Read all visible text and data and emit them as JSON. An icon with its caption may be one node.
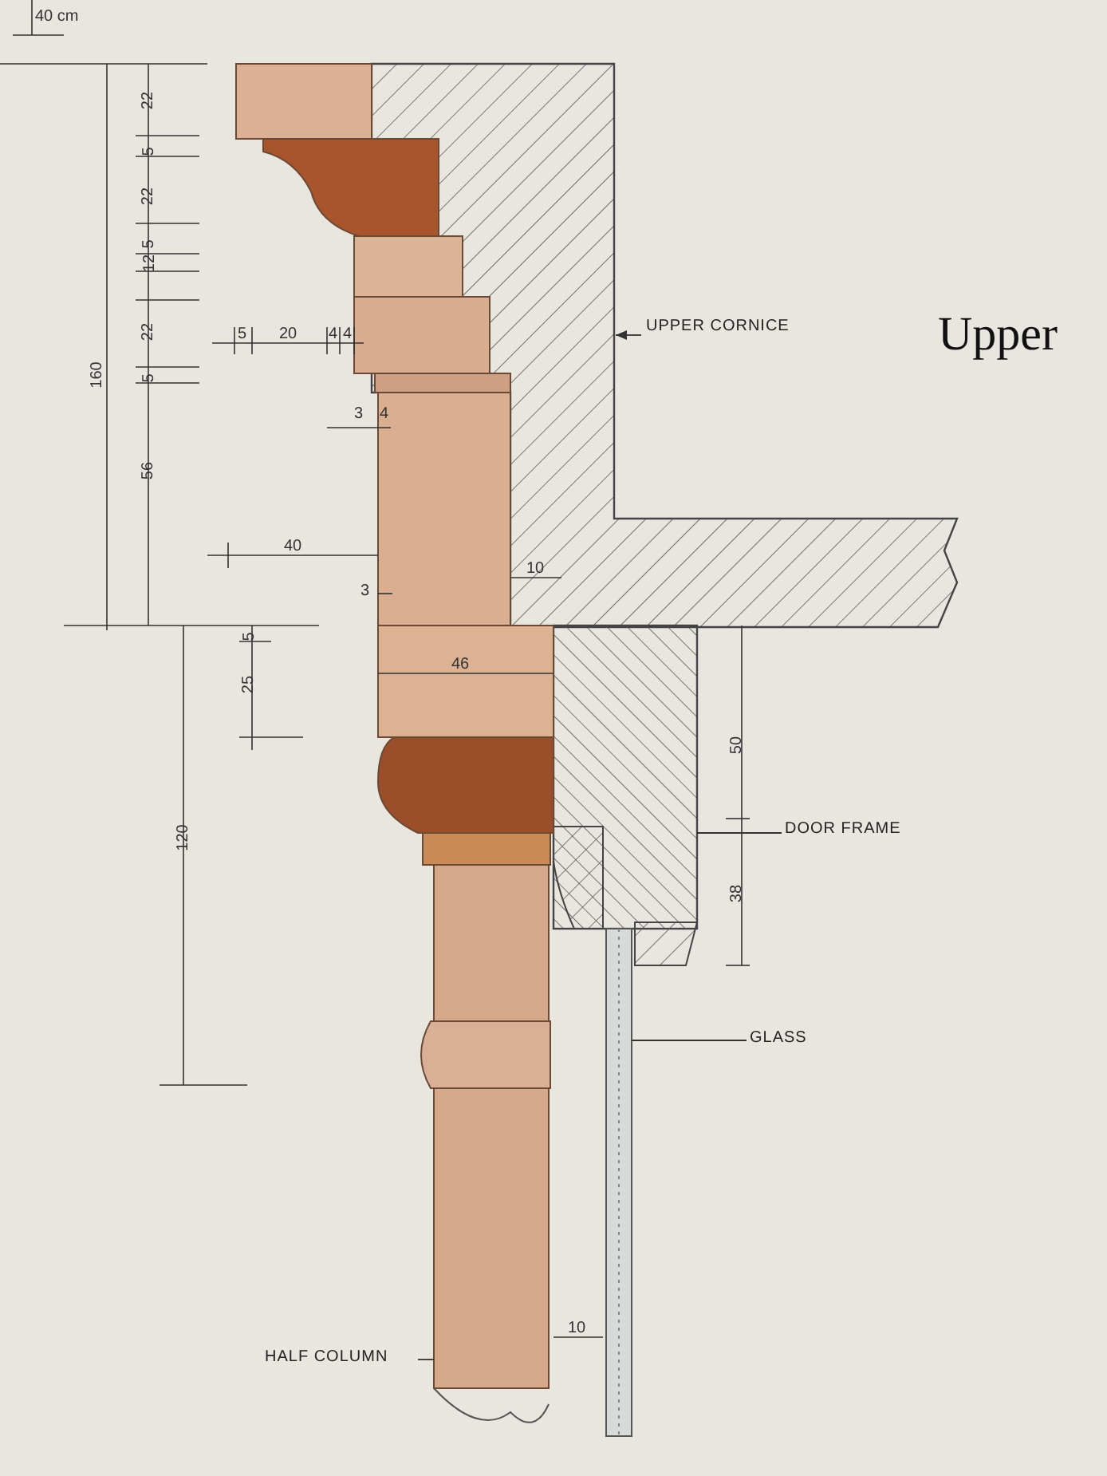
{
  "diagram": {
    "nodes": [
      {
        "text": [
          "UPPER CORNICE"
        ]
      },
      {
        "text": [],
        "shape": "picture"
      },
      {
        "text": [
          "DOOR FRAME"
        ]
      },
      {
        "text": [],
        "shape": "picture"
      },
      {
        "text": [
          "GLASS"
        ]
      },
      {
        "text": [],
        "shape": "picture"
      },
      {
        "text": [
          "HALF COLUMN"
        ]
      },
      {
        "text": [],
        "shape": "picture"
      }
    ],
    "edges": [
      {
        "from": 0,
        "to": 1,
        "arrow": "to"
      },
      {
        "from": 2,
        "to": 3,
        "arrow": "none"
      },
      {
        "from": 4,
        "to": 5,
        "arrow": "none"
      },
      {
        "from": 6,
        "to": 7,
        "arrow": "none"
      }
    ],
    "labels": [
      "40 cm",
      "22",
      "5",
      "22",
      "5",
      "12",
      "22",
      "5",
      "20",
      "4",
      "4",
      "5",
      "160",
      "3",
      "4",
      "56",
      "40",
      "10",
      "3",
      "Upper",
      "5",
      "25",
      "46",
      "50",
      "120",
      "38",
      "10"
    ]
  }
}
